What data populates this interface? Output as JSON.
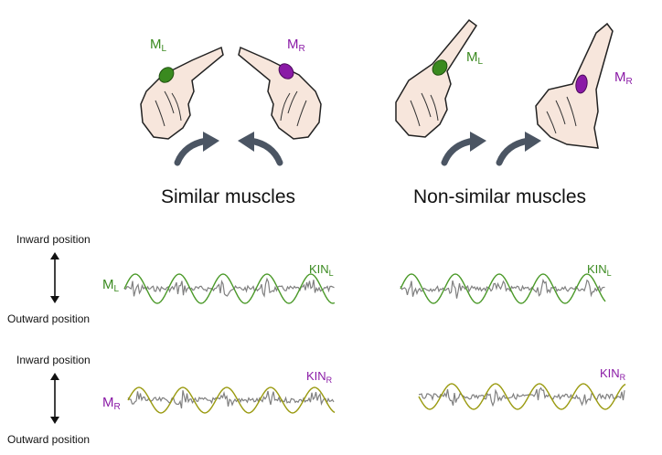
{
  "headings": {
    "similar": "Similar muscles",
    "non_similar": "Non-similar muscles"
  },
  "positions": {
    "inward": "Inward position",
    "outward": "Outward position"
  },
  "muscles": {
    "left": {
      "main": "M",
      "sub": "L"
    },
    "right": {
      "main": "M",
      "sub": "R"
    }
  },
  "kinematics": {
    "left": {
      "main": "KIN",
      "sub": "L"
    },
    "right": {
      "main": "KIN",
      "sub": "R"
    }
  },
  "colors": {
    "left_muscle": "#3a8a1f",
    "right_muscle": "#8a1aa6",
    "kin_left_trace": "#4c9a2a",
    "kin_right_trace": "#9a9a10",
    "emg_trace": "#555555",
    "arrow": "#4b5563",
    "skin": "#f7e6dc"
  },
  "icons": [
    "hand-icon",
    "curved-arrow-icon",
    "double-arrow-icon"
  ]
}
